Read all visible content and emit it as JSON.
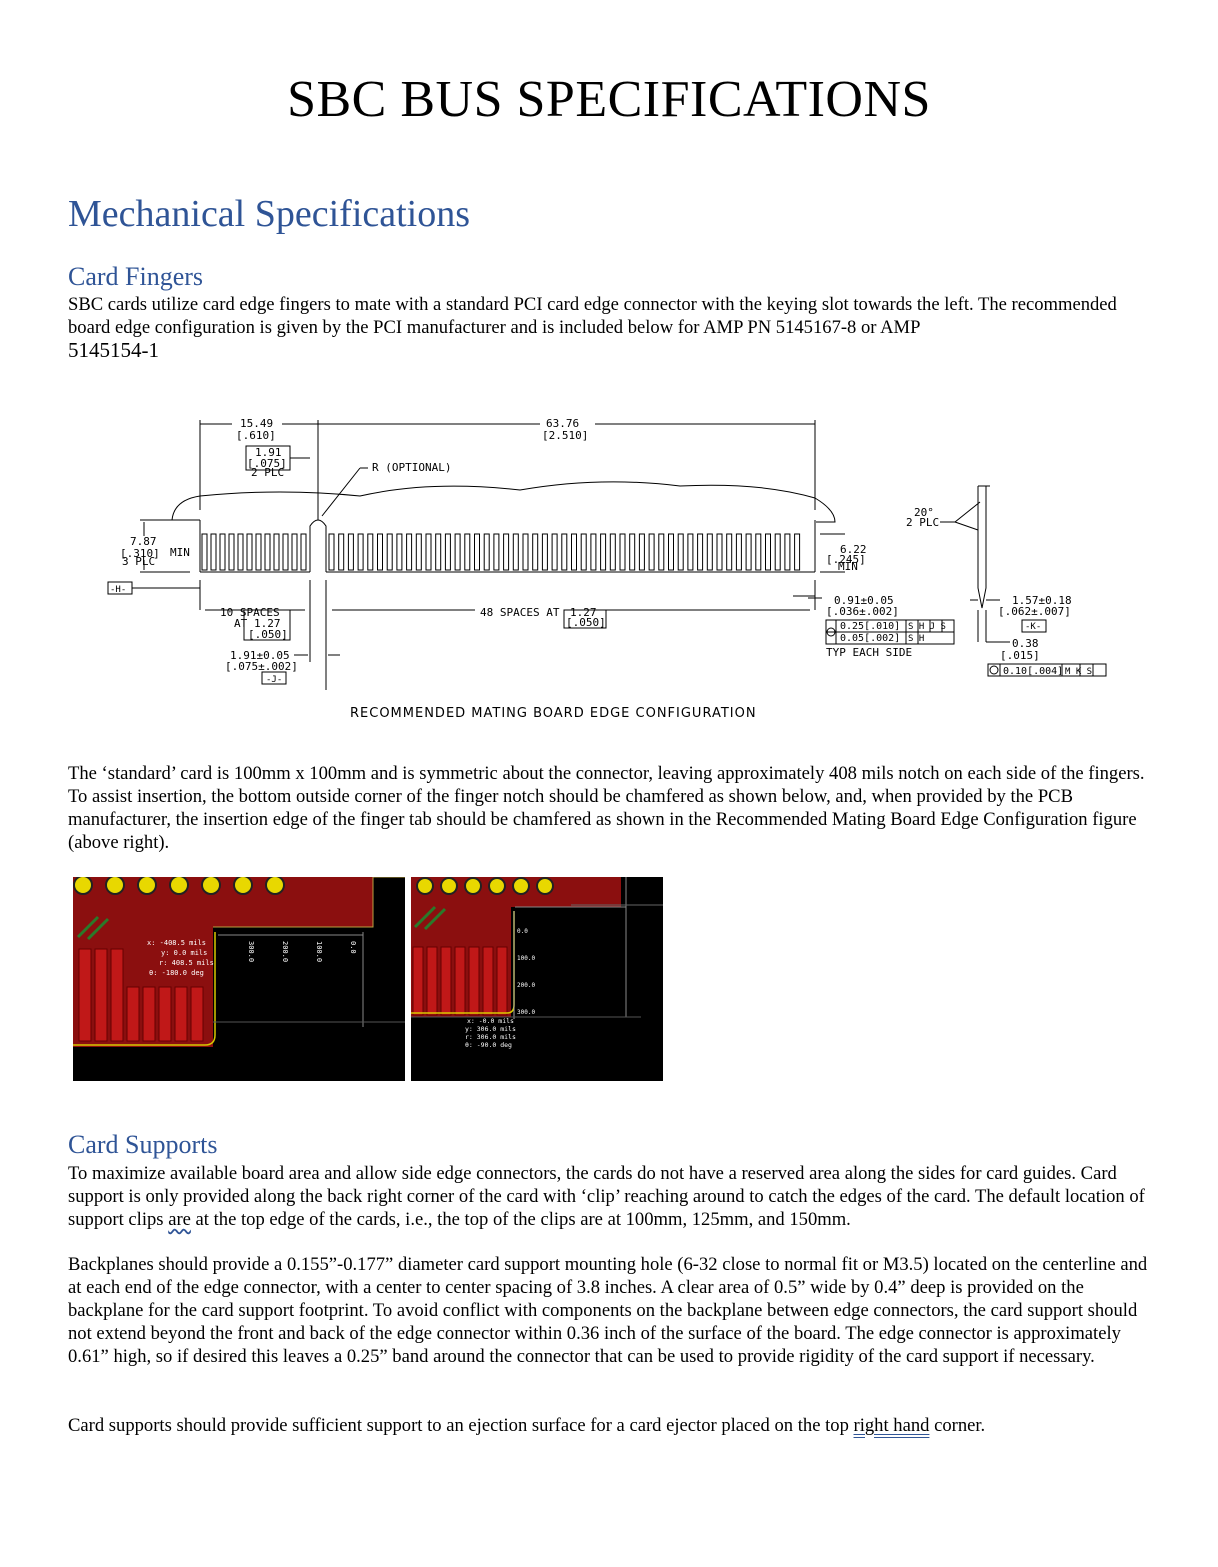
{
  "title": "SBC BUS SPECIFICATIONS",
  "section": "Mechanical Specifications",
  "card_fingers": {
    "heading": "Card Fingers",
    "paragraph_main": "SBC cards utilize card edge fingers to mate with a standard PCI card edge connector with the keying slot towards the left.  The recommended board edge configuration is given by the PCI manufacturer and is included below for AMP PN 5145167-8 or AMP",
    "paragraph_tail": "5145154-1"
  },
  "drawing": {
    "dim_15_49": "15.49",
    "dim_610": "[.610]",
    "dim_1_91": "1.91",
    "dim_075": "[.075]",
    "dim_2plc": "2 PLC",
    "dim_63_76": "63.76",
    "dim_2_510": "[2.510]",
    "r_optional": "R (OPTIONAL)",
    "dim_7_87": "7.87",
    "dim_310": "[.310]",
    "dim_3plc": "3 PLC",
    "min": "MIN",
    "datum_h": "-H-",
    "dim_6_22": "6.22",
    "dim_245": "[.245]",
    "min2": "MIN",
    "spaces_10": "10 SPACES",
    "at": "AT",
    "dim_1_27": "1.27",
    "dim_050": "[.050]",
    "spaces_48": "48 SPACES AT",
    "dim_1_27b": "1.27",
    "dim_050b": "[.050]",
    "dim_1_91_tol": "1.91±0.05",
    "dim_075_tol": "[.075±.002]",
    "datum_j": "-J-",
    "dim_0_91": "0.91±0.05",
    "dim_036": "[.036±.002]",
    "tol1": "0.25[.010]",
    "tol1_refs": "S H J S",
    "tol2": "0.05[.002]",
    "tol2_refs": "S H",
    "typ_each_side": "TYP EACH SIDE",
    "angle_20": "20°",
    "angle_2plc": "2 PLC",
    "dim_1_57": "1.57±0.18",
    "dim_062": "[.062±.007]",
    "datum_k": "-K-",
    "dim_0_38": "0.38",
    "dim_015": "[.015]",
    "tol3": "0.10[.004]",
    "tol3_refs": "M K S",
    "caption": "RECOMMENDED MATING BOARD EDGE CONFIGURATION"
  },
  "paragraph2": "The ‘standard’ card is 100mm x 100mm and is symmetric about the connector, leaving approximately 408 mils notch on each side of the fingers.  To assist insertion, the bottom outside corner of the finger notch should be chamfered as shown below, and, when provided by the PCB manufacturer, the insertion edge of the finger tab should be chamfered as shown in the Recommended Mating Board Edge Configuration figure (above right).",
  "screenshot_left": {
    "readout": [
      "x: -408.5 mils",
      "y: 0.0 mils",
      "r: 408.5 mils",
      "θ: -180.0 deg"
    ],
    "ruler": [
      "300.0",
      "200.0",
      "100.0",
      "0.0"
    ]
  },
  "screenshot_right": {
    "readout": [
      "x: -0.0 mils",
      "y: 306.0 mils",
      "r: 306.0 mils",
      "θ: -90.0 deg"
    ],
    "ruler": [
      "0.0",
      "100.0",
      "200.0",
      "300.0"
    ]
  },
  "card_supports": {
    "heading": "Card Supports",
    "p1_a": "To maximize available board area and allow side edge connectors, the cards do not have a reserved area along the sides for card guides.  Card support is only provided along the back right corner of the card with ‘clip’ reaching around to catch the edges of the card.  The default location of support clips ",
    "p1_are": "are",
    "p1_b": " at the top edge of the cards, i.e., the top of the clips are at 100mm, 125mm, and 150mm.",
    "p2": "Backplanes should provide a 0.155”-0.177” diameter card support mounting hole (6-32 close to normal fit or M3.5) located on the centerline and at each end of the edge connector, with a center to center spacing of 3.8 inches.  A clear area of 0.5” wide by 0.4” deep is provided on the backplane for the card support footprint.  To avoid conflict with components on the backplane between edge connectors, the card support should not extend beyond the front and back of the edge connector within 0.36 inch of the surface of the board.  The edge connector is approximately 0.61” high, so if desired this leaves a 0.25” band around the connector that can be used to provide rigidity of the card support if necessary.",
    "p3_a": "Card supports should provide sufficient support to an ejection surface for a card ejector placed on the top ",
    "p3_rh": "right hand",
    "p3_b": " corner."
  }
}
